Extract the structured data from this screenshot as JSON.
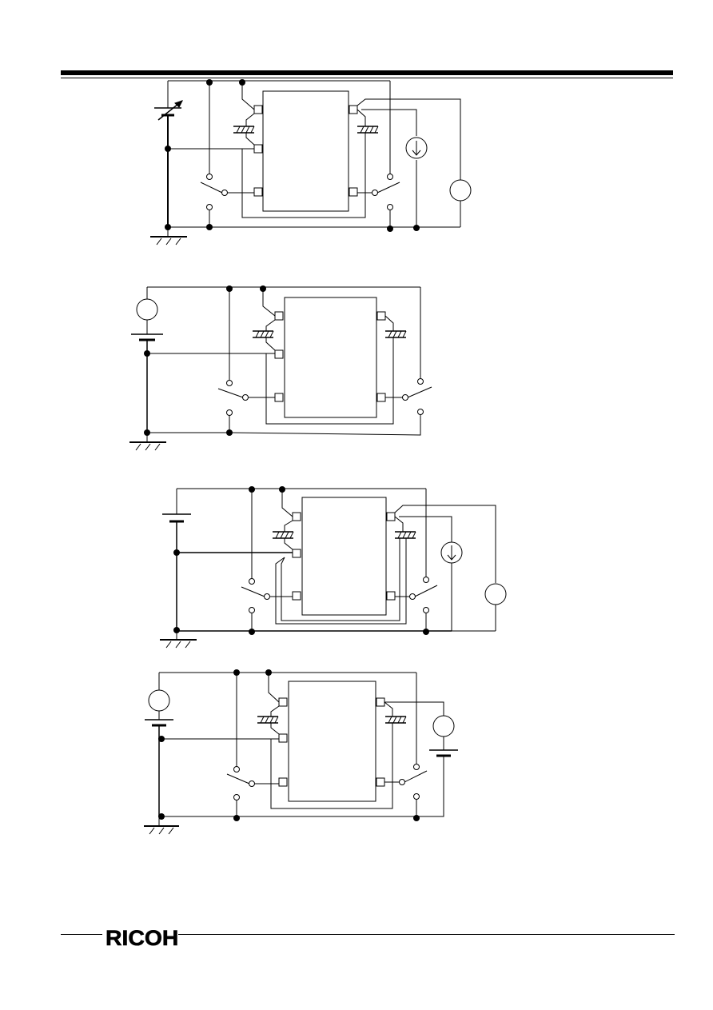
{
  "footer": {
    "logo_text": "RICOH"
  },
  "colors": {
    "ink": "#000000",
    "paper": "#ffffff"
  },
  "diagrams": [
    {
      "meter": "ammeter-and-voltmeter",
      "supply": "variable-battery"
    },
    {
      "meter": "voltmeter",
      "supply": "source-with-battery"
    },
    {
      "meter": "ammeter-and-voltmeter",
      "supply": "battery"
    },
    {
      "meter": "voltmeter-with-battery",
      "supply": "source-with-battery"
    }
  ]
}
